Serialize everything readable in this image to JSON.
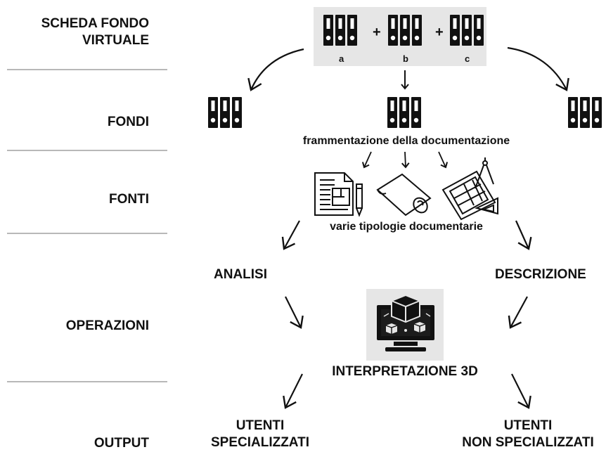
{
  "left_labels": {
    "scheda_line1": "SCHEDA FONDO",
    "scheda_line2": "VIRTUALE",
    "fondi": "FONDI",
    "fonti": "FONTI",
    "operazioni": "OPERAZIONI",
    "output": "OUTPUT"
  },
  "top_group": {
    "a": "a",
    "b": "b",
    "c": "c",
    "plus": "+"
  },
  "fondi_row": {
    "caption": "frammentazione della documentazione"
  },
  "fonti_row": {
    "caption": "varie tipologie documentarie"
  },
  "operations": {
    "analisi": "ANALISI",
    "descrizione": "DESCRIZIONE",
    "interpretazione": "INTERPRETAZIONE 3D"
  },
  "outputs": {
    "specialized_line1": "UTENTI",
    "specialized_line2": "SPECIALIZZATI",
    "non_specialized_line1": "UTENTI",
    "non_specialized_line2": "NON SPECIALIZZATI"
  },
  "colors": {
    "ink": "#111111",
    "separator": "#b8b8b8",
    "panel": "#e6e6e6"
  },
  "icons": [
    "binder-group-icon",
    "document-plan-icon",
    "rolled-map-icon",
    "technical-drawing-icon",
    "3d-computer-icon",
    "arrow-icon"
  ]
}
